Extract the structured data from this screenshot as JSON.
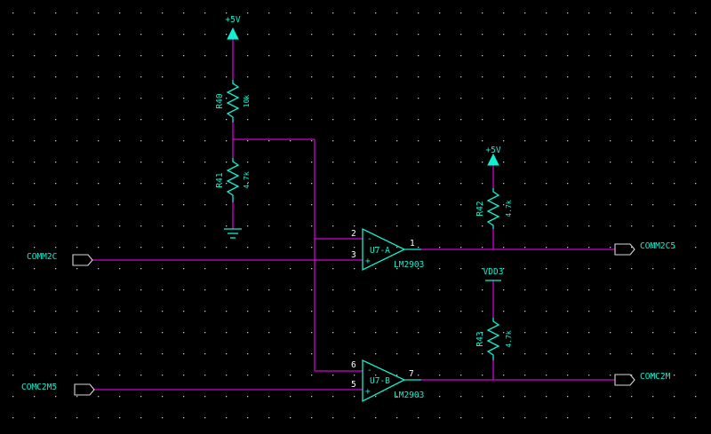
{
  "power": {
    "top": "+5V",
    "right": "+5V",
    "vdd": "VDD3"
  },
  "resistors": [
    {
      "ref": "R40",
      "value": "10k"
    },
    {
      "ref": "R41",
      "value": "4.7k"
    },
    {
      "ref": "R42",
      "value": "4.7k"
    },
    {
      "ref": "R43",
      "value": "4.7k"
    }
  ],
  "opamps": [
    {
      "ref": "U7-A",
      "part": "LM2903",
      "pin_inv": "2",
      "pin_noninv": "3",
      "pin_out": "1"
    },
    {
      "ref": "U7-B",
      "part": "LM2903",
      "pin_inv": "6",
      "pin_noninv": "5",
      "pin_out": "7"
    }
  ],
  "signals": {
    "in_a": "COMM2C",
    "out_a": "COMM2C5",
    "in_b": "COMC2M5",
    "out_b": "COMC2M"
  },
  "colors": {
    "background": "#000000",
    "wire": "#d400d4",
    "component": "#10f0d0",
    "grid_dot": "#c8c8c8"
  }
}
